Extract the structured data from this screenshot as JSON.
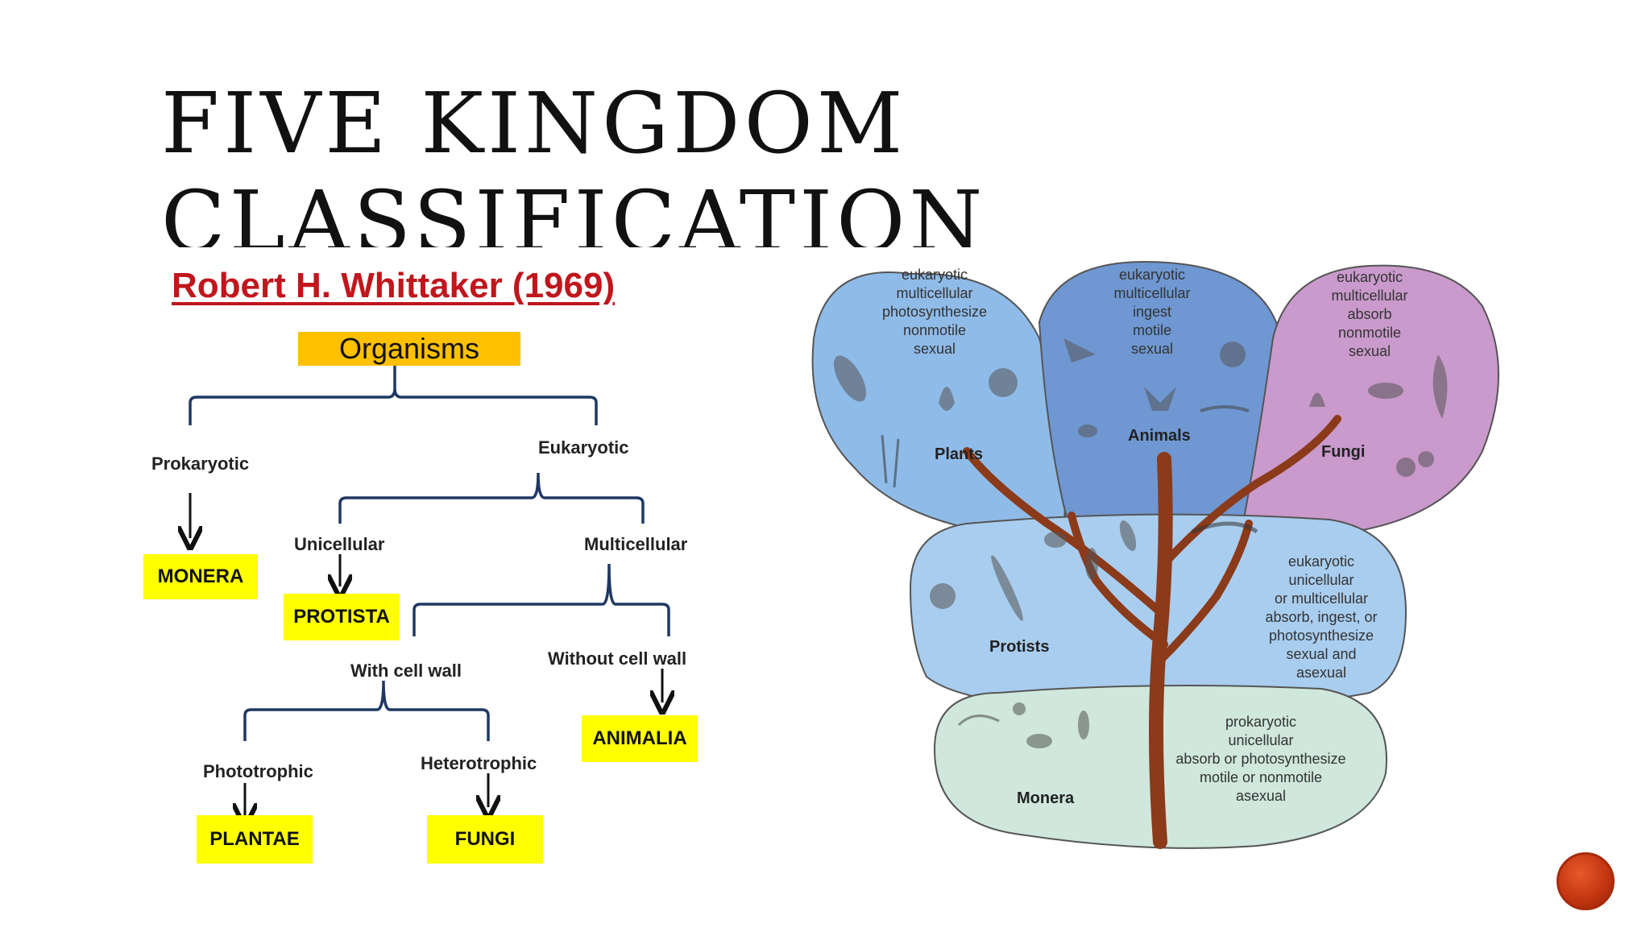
{
  "slide": {
    "title_line1": "FIVE KINGDOM",
    "title_line2": "CLASSIFICATION",
    "subtitle": "Robert H. Whittaker (1969)"
  },
  "flowchart": {
    "root": "Organisms",
    "prokaryotic": "Prokaryotic",
    "eukaryotic": "Eukaryotic",
    "unicellular": "Unicellular",
    "multicellular": "Multicellular",
    "with_cell_wall": "With cell wall",
    "without_cell_wall": "Without cell wall",
    "phototrophic": "Phototrophic",
    "heterotrophic": "Heterotrophic",
    "monera": "MONERA",
    "protista": "PROTISTA",
    "animalia": "ANIMALIA",
    "plantae": "PLANTAE",
    "fungi": "FUNGI"
  },
  "kingdom_diagram": {
    "plants": {
      "name": "Plants",
      "desc": [
        "eukaryotic",
        "multicellular",
        "photosynthesize",
        "nonmotile",
        "sexual"
      ]
    },
    "animals": {
      "name": "Animals",
      "desc": [
        "eukaryotic",
        "multicellular",
        "ingest",
        "motile",
        "sexual"
      ]
    },
    "fungi": {
      "name": "Fungi",
      "desc": [
        "eukaryotic",
        "multicellular",
        "absorb",
        "nonmotile",
        "sexual"
      ]
    },
    "protists": {
      "name": "Protists",
      "desc": [
        "eukaryotic",
        "unicellular",
        "or multicellular",
        "absorb, ingest, or",
        "photosynthesize",
        "sexual and",
        "asexual"
      ]
    },
    "monera": {
      "name": "Monera",
      "desc": [
        "prokaryotic",
        "unicellular",
        "absorb or photosynthesize",
        "motile or nonmotile",
        "asexual"
      ]
    }
  },
  "colors": {
    "box_yellow": "#ffff00",
    "root_box": "#ffc000",
    "bracket": "#1f3864",
    "subtitle_red": "#c0161c",
    "plants_lobe": "#8fbbe8",
    "animals_lobe": "#6f97d2",
    "fungi_lobe": "#c99acb",
    "protists_lobe": "#a9cdee",
    "monera_lobe": "#cfe7dc",
    "trunk": "#8b3a1a"
  },
  "icons": {
    "nav": "next-slide-button"
  }
}
